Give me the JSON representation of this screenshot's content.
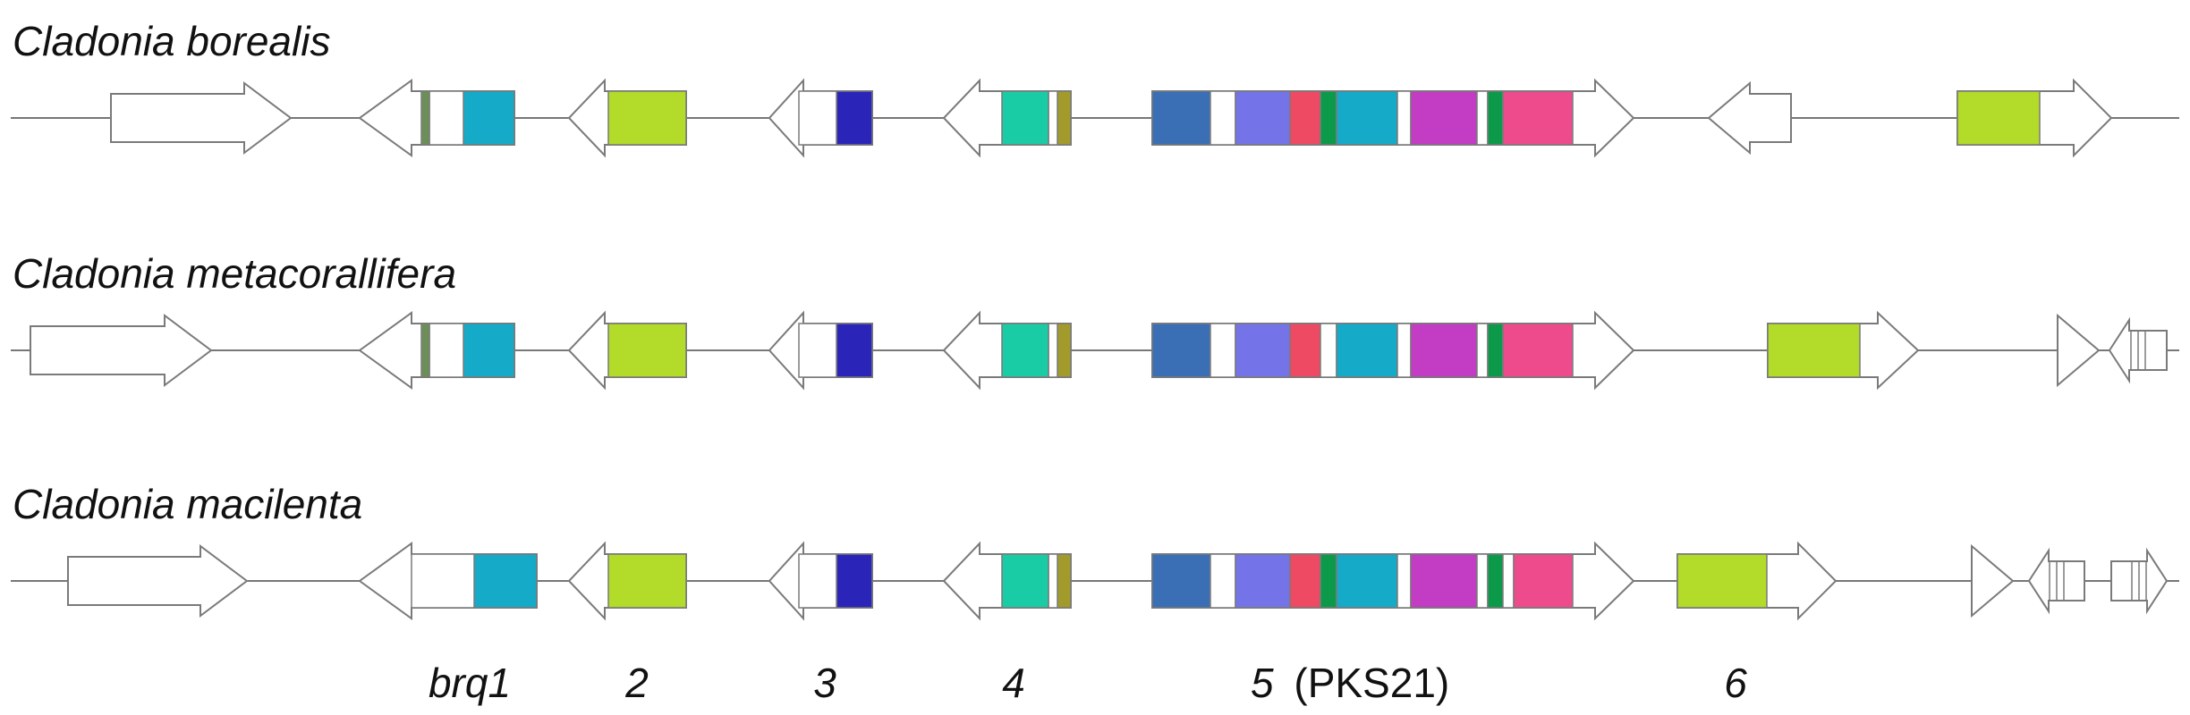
{
  "colors": {
    "outline": "#7a7a7a",
    "backbone": "#777777",
    "blank": "#ffffff",
    "steel_blue": "#3a6fb5",
    "periwinkle": "#7474e8",
    "red": "#ee4a63",
    "green": "#0c9a4a",
    "cyan": "#14aac8",
    "magenta": "#c23cc4",
    "pink": "#ee4b8c",
    "teal": "#1acca6",
    "olive": "#a39a2c",
    "dark_blue": "#2a24b8",
    "lime": "#b2db2a",
    "gray_green": "#6c8f58"
  },
  "clusters": [
    {
      "species": "Cladonia borealis",
      "genes": [
        {
          "id": "g1",
          "dir": "right",
          "domains": []
        },
        {
          "id": "brq1",
          "dir": "left",
          "domains": [
            "cyan",
            "blank",
            "gray_green"
          ]
        },
        {
          "id": "2",
          "dir": "left",
          "domains": [
            "lime"
          ]
        },
        {
          "id": "3",
          "dir": "left",
          "domains": [
            "dark_blue",
            "blank"
          ]
        },
        {
          "id": "4",
          "dir": "left",
          "domains": [
            "olive",
            "blank",
            "teal"
          ]
        },
        {
          "id": "5",
          "dir": "right",
          "domains": [
            "steel_blue",
            "blank",
            "periwinkle",
            "red",
            "green",
            "cyan",
            "blank",
            "magenta",
            "blank",
            "green",
            "pink"
          ]
        },
        {
          "id": "g7",
          "dir": "left",
          "domains": []
        },
        {
          "id": "6",
          "dir": "right",
          "domains": [
            "lime"
          ]
        }
      ]
    },
    {
      "species": "Cladonia metacorallifera",
      "genes": [
        {
          "id": "g1",
          "dir": "right",
          "domains": []
        },
        {
          "id": "brq1",
          "dir": "left",
          "domains": [
            "cyan",
            "blank",
            "gray_green"
          ]
        },
        {
          "id": "2",
          "dir": "left",
          "domains": [
            "lime"
          ]
        },
        {
          "id": "3",
          "dir": "left",
          "domains": [
            "dark_blue",
            "blank"
          ]
        },
        {
          "id": "4",
          "dir": "left",
          "domains": [
            "olive",
            "blank",
            "teal"
          ]
        },
        {
          "id": "5",
          "dir": "right",
          "domains": [
            "steel_blue",
            "blank",
            "periwinkle",
            "red",
            "blank",
            "cyan",
            "blank",
            "magenta",
            "blank",
            "green",
            "pink"
          ]
        },
        {
          "id": "6",
          "dir": "right",
          "domains": [
            "lime"
          ]
        },
        {
          "id": "g8",
          "dir": "right",
          "domains": []
        },
        {
          "id": "g9",
          "dir": "left",
          "domains": []
        }
      ]
    },
    {
      "species": "Cladonia macilenta",
      "genes": [
        {
          "id": "g1",
          "dir": "right",
          "domains": []
        },
        {
          "id": "brq1",
          "dir": "left",
          "domains": [
            "cyan",
            "blank"
          ]
        },
        {
          "id": "2",
          "dir": "left",
          "domains": [
            "lime"
          ]
        },
        {
          "id": "3",
          "dir": "left",
          "domains": [
            "dark_blue",
            "blank"
          ]
        },
        {
          "id": "4",
          "dir": "left",
          "domains": [
            "olive",
            "blank",
            "teal"
          ]
        },
        {
          "id": "5",
          "dir": "right",
          "domains": [
            "steel_blue",
            "blank",
            "periwinkle",
            "red",
            "green",
            "cyan",
            "blank",
            "magenta",
            "blank",
            "green",
            "blank",
            "pink"
          ]
        },
        {
          "id": "6",
          "dir": "right",
          "domains": [
            "lime"
          ]
        },
        {
          "id": "g8",
          "dir": "right",
          "domains": []
        },
        {
          "id": "g9",
          "dir": "left",
          "domains": []
        },
        {
          "id": "g10",
          "dir": "right",
          "domains": []
        }
      ]
    }
  ],
  "gene_labels": {
    "brq1": "brq1",
    "g2": "2",
    "g3": "3",
    "g4": "4",
    "g5_num": "5",
    "g5_name": "(PKS21)",
    "g6": "6"
  }
}
